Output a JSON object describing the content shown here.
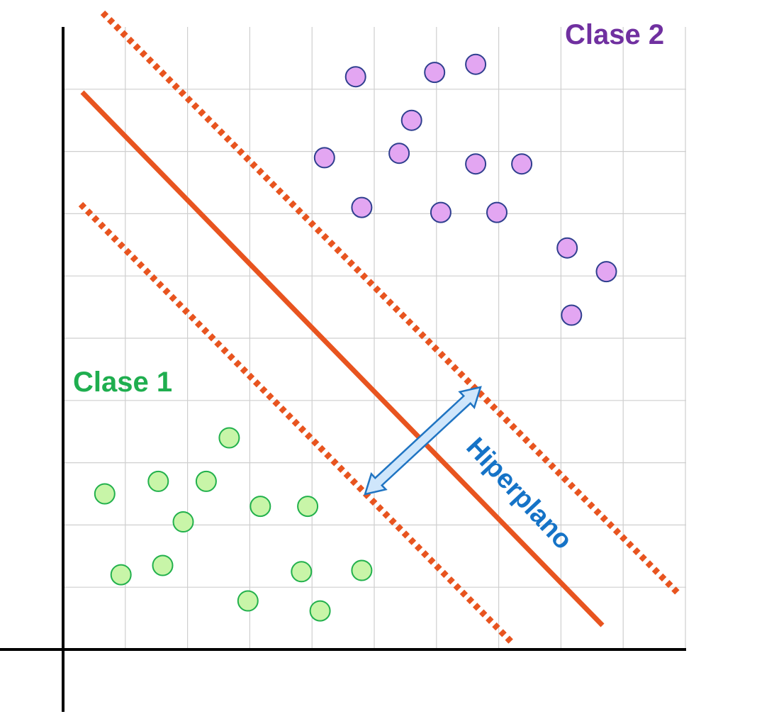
{
  "labels": {
    "class1": "Clase 1",
    "class2": "Clase 2",
    "hyperplane": "Hiperplano"
  },
  "colors": {
    "grid": "#cfcfcf",
    "axes": "#000000",
    "hyperplane": "#e8541f",
    "margin": "#e8541f",
    "class1_fill": "#c8f5a8",
    "class1_stroke": "#22b14c",
    "class1_text": "#1fae4f",
    "class2_fill": "#e3a6f2",
    "class2_stroke": "#2f3f8f",
    "class2_text": "#7030a0",
    "hyperplane_text": "#1573c7",
    "arrow_fill": "#cfe6fb",
    "arrow_stroke": "#1f74c2"
  },
  "points": {
    "class1": [
      [
        0.67,
        2.5
      ],
      [
        1.53,
        2.7
      ],
      [
        2.3,
        2.7
      ],
      [
        2.67,
        3.4
      ],
      [
        0.93,
        1.2
      ],
      [
        1.6,
        1.35
      ],
      [
        1.93,
        2.05
      ],
      [
        3.17,
        2.3
      ],
      [
        3.93,
        2.3
      ],
      [
        3.83,
        1.25
      ],
      [
        4.8,
        1.27
      ],
      [
        2.97,
        0.78
      ],
      [
        4.13,
        0.62
      ]
    ],
    "class2": [
      [
        4.7,
        9.2
      ],
      [
        5.97,
        9.27
      ],
      [
        6.63,
        9.4
      ],
      [
        5.6,
        8.5
      ],
      [
        4.2,
        7.9
      ],
      [
        5.4,
        7.97
      ],
      [
        6.63,
        7.8
      ],
      [
        7.37,
        7.8
      ],
      [
        4.8,
        7.1
      ],
      [
        6.07,
        7.02
      ],
      [
        6.97,
        7.02
      ],
      [
        8.1,
        6.45
      ],
      [
        8.73,
        6.07
      ],
      [
        8.17,
        5.37
      ]
    ]
  },
  "icons": {
    "arrow": "double-headed-arrow"
  }
}
